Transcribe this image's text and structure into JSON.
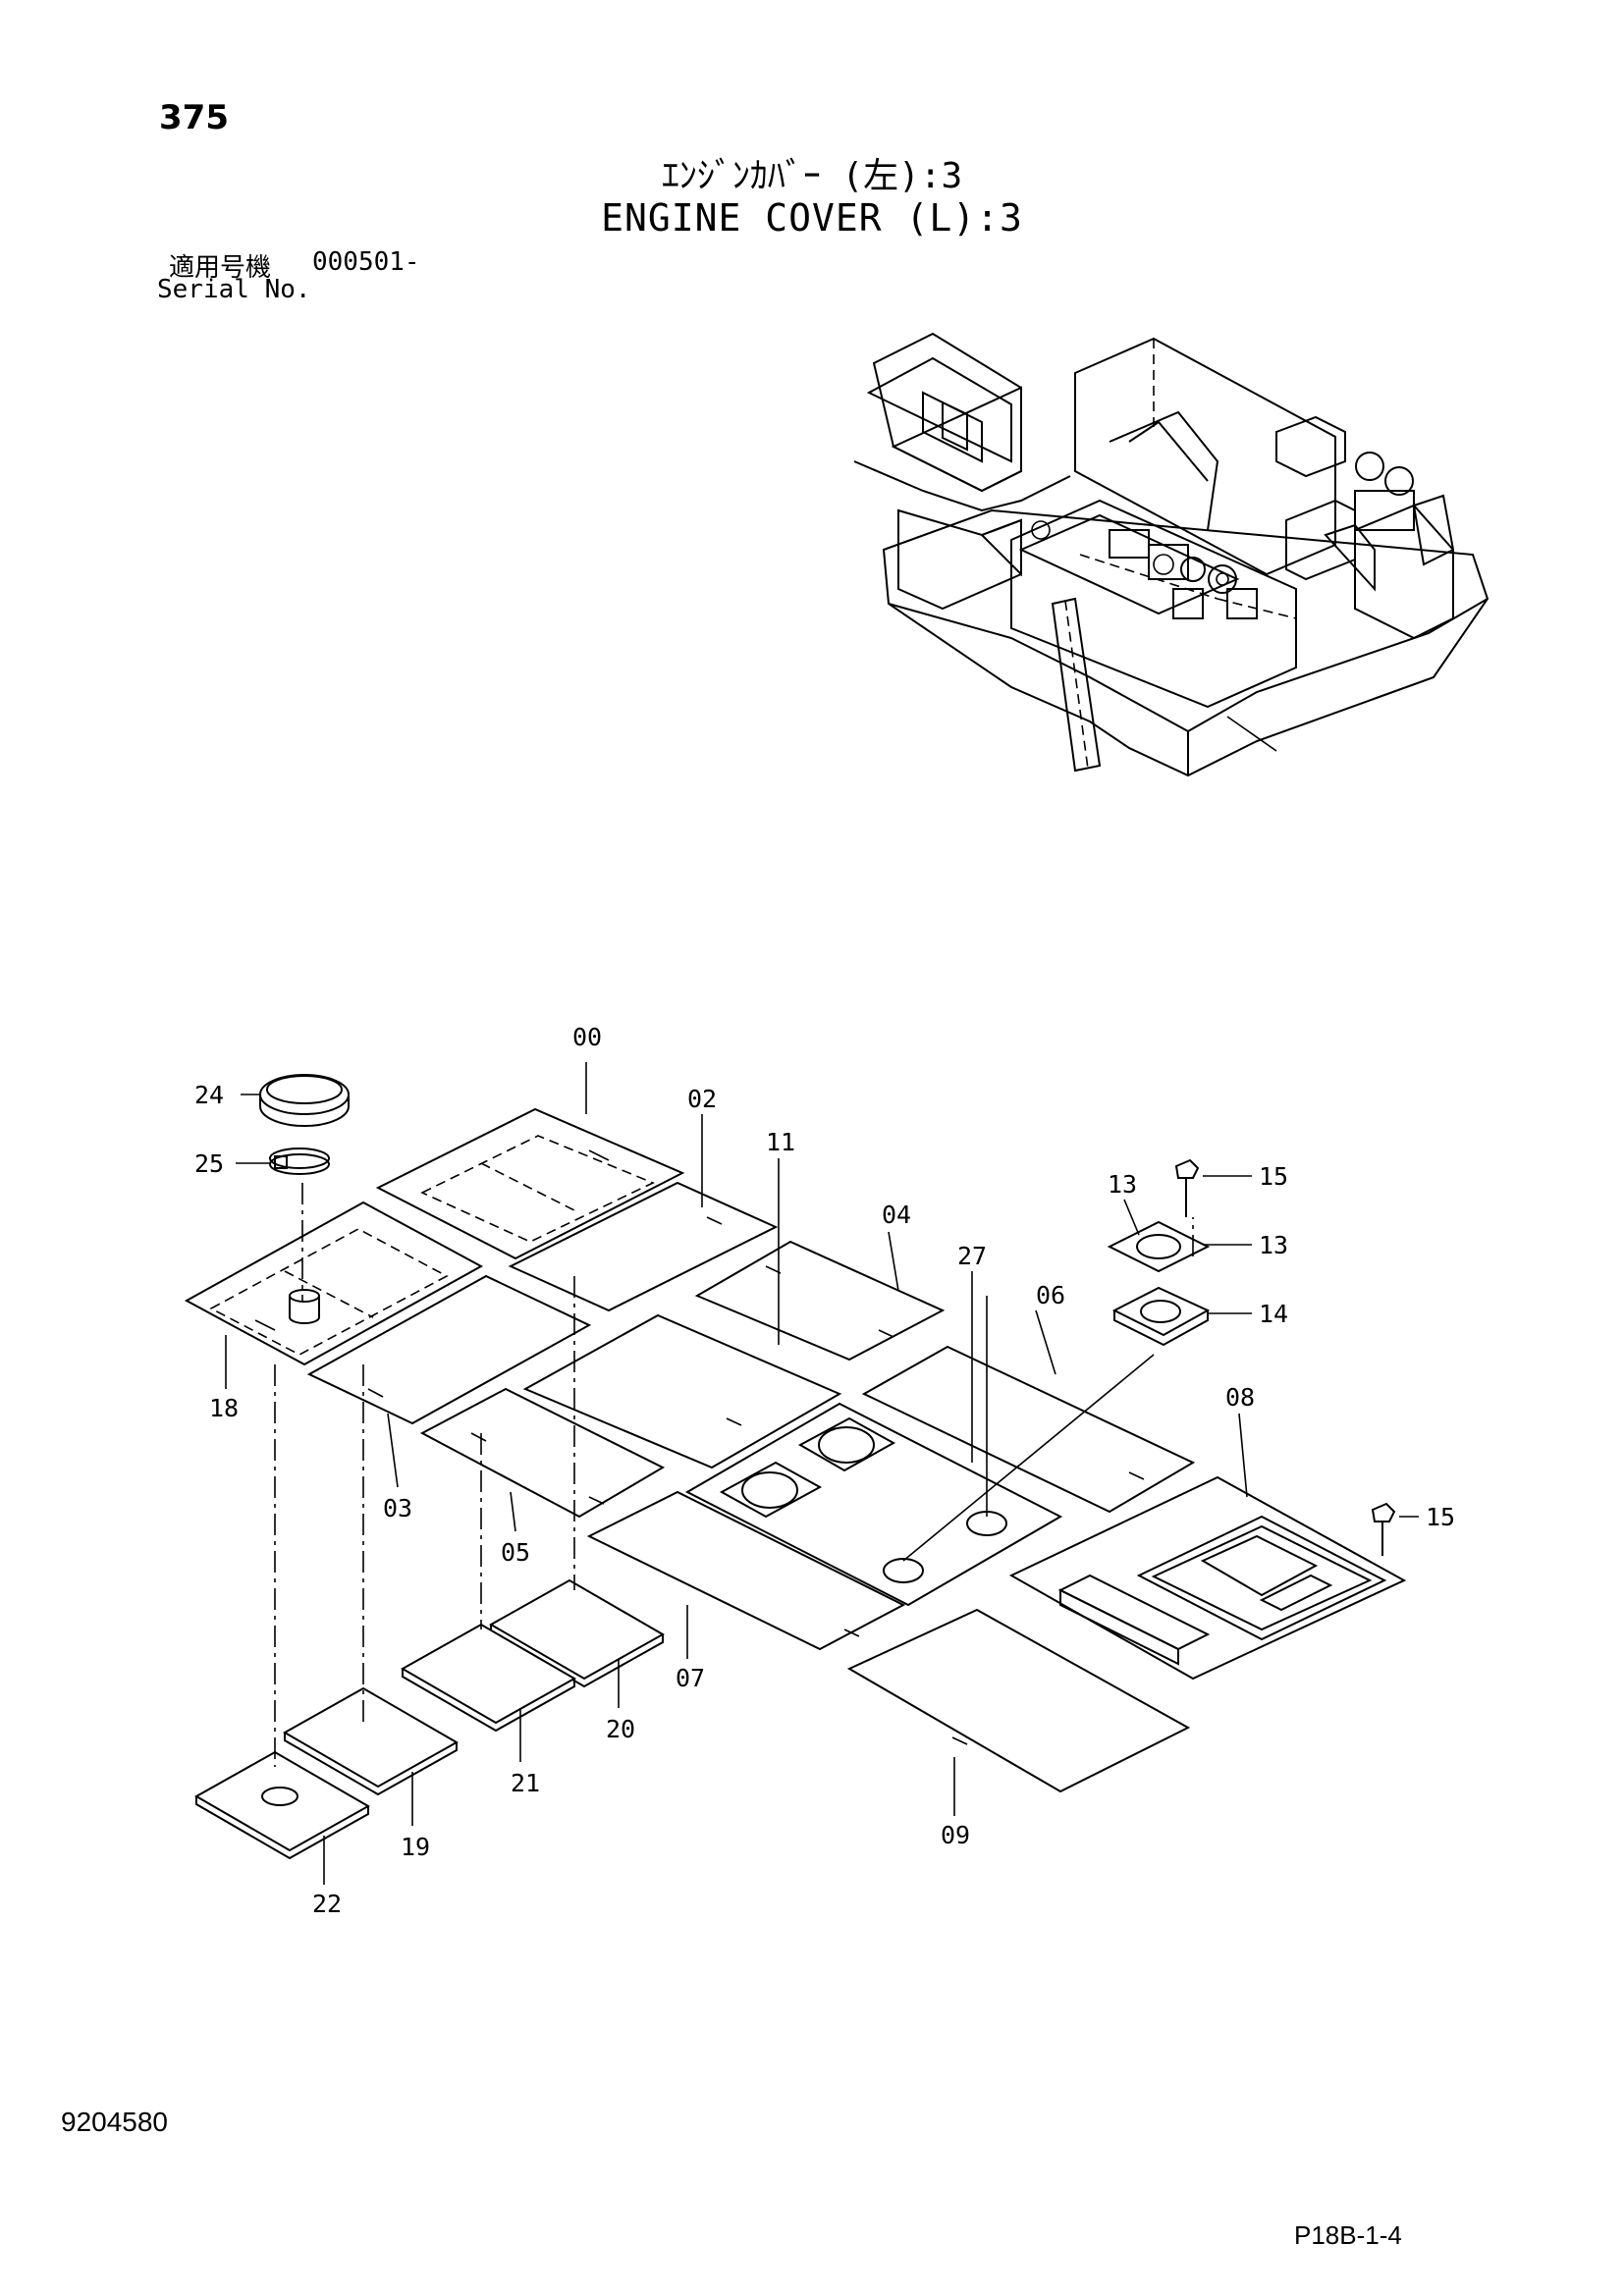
{
  "page_number": "375",
  "title_jp": "ｴﾝｼﾞﾝｶﾊﾞｰ (左):3",
  "title_en": "ENGINE COVER (L):3",
  "serial": {
    "label_jp": "適用号機",
    "value": "000501-",
    "label_en": "Serial No."
  },
  "document_number": "9204580",
  "page_reference": "P18B-1-4",
  "callouts": [
    "00",
    "02",
    "11",
    "04",
    "27",
    "06",
    "08",
    "13",
    "15",
    "13",
    "14",
    "15",
    "24",
    "25",
    "18",
    "03",
    "05",
    "07",
    "20",
    "21",
    "19",
    "22",
    "09"
  ]
}
